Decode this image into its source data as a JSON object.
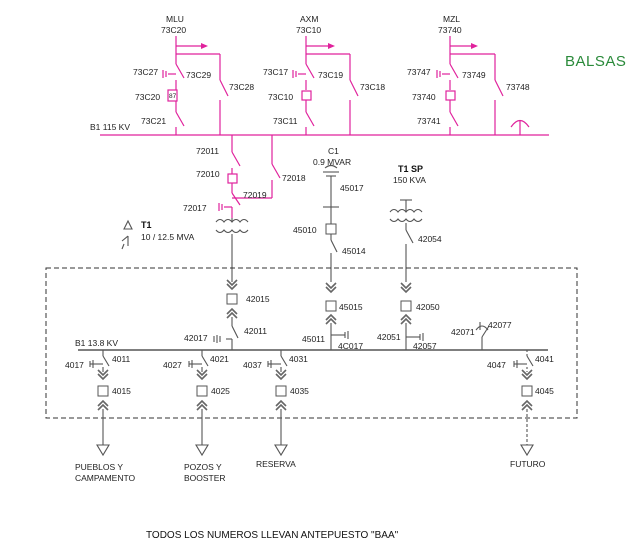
{
  "title": "BALSAS",
  "footer": "TODOS LOS NUMEROS LLEVAN ANTEPUESTO \"BAA\"",
  "colors": {
    "hv": "#e0229c",
    "mv": "#555555",
    "title": "#2a8a3a"
  },
  "hv_bus": {
    "label": "B1 115 KV"
  },
  "mv_bus": {
    "label": "B1 13.8 KV"
  },
  "bay_mlu": {
    "name": "MLU",
    "code": "73C20",
    "sw27": "73C27",
    "sw29": "73C29",
    "brk": "73C20",
    "sw28": "73C28",
    "sw21": "73C21",
    "relay": "87"
  },
  "bay_axm": {
    "name": "AXM",
    "code": "73C10",
    "sw17": "73C17",
    "sw19": "73C19",
    "brk": "73C10",
    "sw18": "73C18",
    "sw11": "73C11"
  },
  "bay_mzl": {
    "name": "MZL",
    "code": "73740",
    "sw47": "73747",
    "sw49": "73749",
    "brk": "73740",
    "sw48": "73748",
    "sw41": "73741"
  },
  "t1_hv": {
    "sw11": "72011",
    "brk": "72010",
    "sw18": "72018",
    "sw17": "72017",
    "sw19": "72019"
  },
  "t1": {
    "name": "T1",
    "rating": "10 / 12.5 MVA"
  },
  "c1": {
    "name": "C1",
    "rating": "0.9 MVAR",
    "sw17": "45017",
    "brk": "45010",
    "sw14": "45014"
  },
  "t1sp": {
    "name": "T1 SP",
    "rating": "150 KVA",
    "sw": "42054"
  },
  "mv_devices": {
    "d42015": "42015",
    "d42017": "42017",
    "d42011": "42011",
    "d45015": "45015",
    "d45011": "45011",
    "d4C017": "4C017",
    "d42050": "42050",
    "d42051": "42051",
    "d42057": "42057",
    "d42071": "42071",
    "d42077": "42077"
  },
  "feeders": [
    {
      "sw": "4011",
      "gnd": "4017",
      "brk": "4015",
      "name_l1": "PUEBLOS Y",
      "name_l2": "CAMPAMENTO"
    },
    {
      "sw": "4021",
      "gnd": "4027",
      "brk": "4025",
      "name_l1": "POZOS Y",
      "name_l2": "BOOSTER"
    },
    {
      "sw": "4031",
      "gnd": "4037",
      "brk": "4035",
      "name_l1": "RESERVA",
      "name_l2": ""
    },
    {
      "sw": "4041",
      "gnd": "4047",
      "brk": "4045",
      "name_l1": "FUTURO",
      "name_l2": ""
    }
  ]
}
